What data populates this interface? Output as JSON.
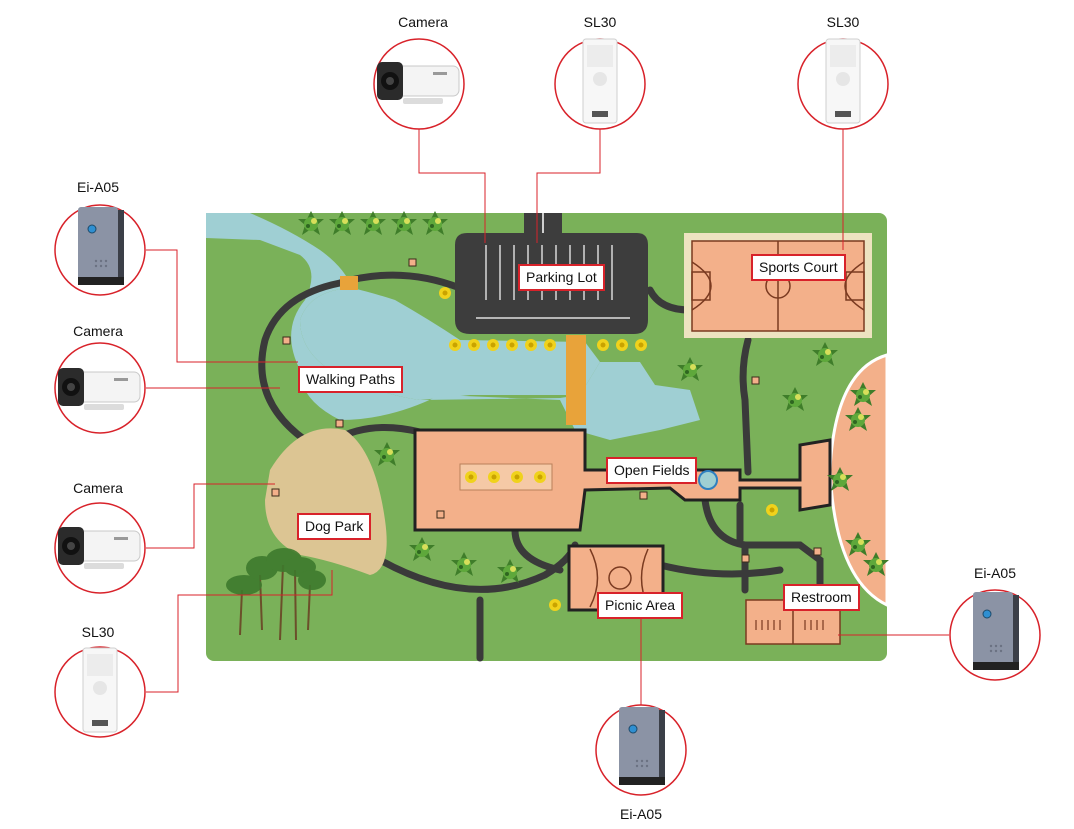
{
  "map": {
    "places": {
      "parking_lot": "Parking Lot",
      "sports_court": "Sports Court",
      "walking_paths": "Walking Paths",
      "open_fields": "Open Fields",
      "dog_park": "Dog Park",
      "picnic_area": "Picnic Area",
      "restroom": "Restroom"
    },
    "colors": {
      "grass": "#7ab159",
      "water": "#9fcfd3",
      "path": "#3a3a3a",
      "asphalt": "#3d3d3d",
      "court": "#f3b08a",
      "sand": "#dcc593",
      "bridge": "#e8a33a",
      "accent": "#d8222a"
    }
  },
  "devices": {
    "camera_top": {
      "caption": "Camera",
      "icon": "bullet-camera-icon"
    },
    "sl30_top_a": {
      "caption": "SL30",
      "icon": "column-speaker-icon"
    },
    "sl30_top_b": {
      "caption": "SL30",
      "icon": "column-speaker-icon"
    },
    "ei_left": {
      "caption": "Ei-A05",
      "icon": "intercom-icon"
    },
    "camera_left_a": {
      "caption": "Camera",
      "icon": "bullet-camera-icon"
    },
    "camera_left_b": {
      "caption": "Camera",
      "icon": "bullet-camera-icon"
    },
    "sl30_left": {
      "caption": "SL30",
      "icon": "column-speaker-icon"
    },
    "ei_right": {
      "caption": "Ei-A05",
      "icon": "intercom-icon"
    },
    "ei_bottom": {
      "caption": "Ei-A05",
      "icon": "intercom-icon"
    }
  }
}
